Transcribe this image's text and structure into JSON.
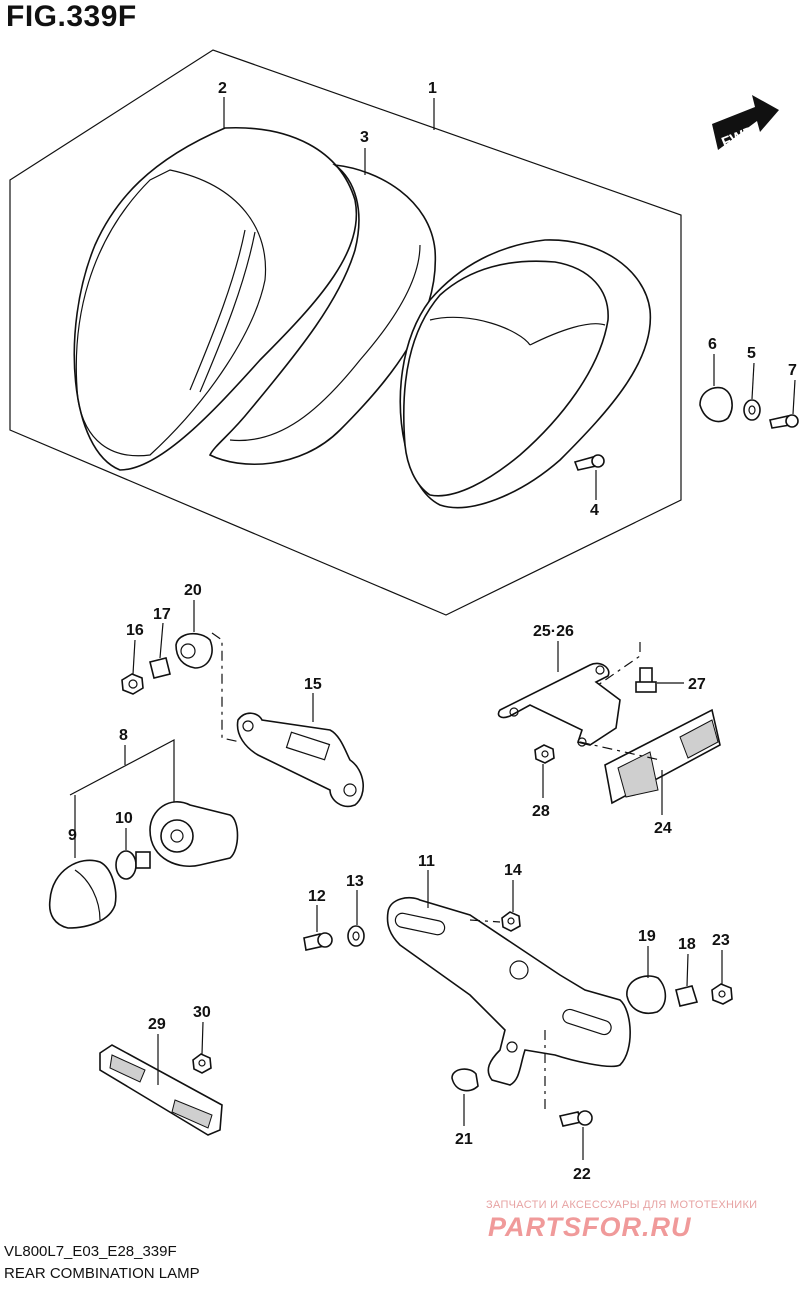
{
  "figure": {
    "title": "FIG.339F",
    "code": "VL800L7_E03_E28_339F",
    "caption": "REAR COMBINATION LAMP",
    "direction_label": "FWD"
  },
  "watermark": {
    "tagline": "ЗАПЧАСТИ И АКСЕССУАРЫ ДЛЯ МОТОТЕХНИКИ",
    "site": "PARTSFOR.RU"
  },
  "callouts": [
    "1",
    "2",
    "3",
    "4",
    "5",
    "6",
    "7",
    "8",
    "9",
    "10",
    "11",
    "12",
    "13",
    "14",
    "15",
    "16",
    "17",
    "18",
    "19",
    "20",
    "21",
    "22",
    "23",
    "24",
    "25·26",
    "27",
    "28",
    "29",
    "30"
  ]
}
